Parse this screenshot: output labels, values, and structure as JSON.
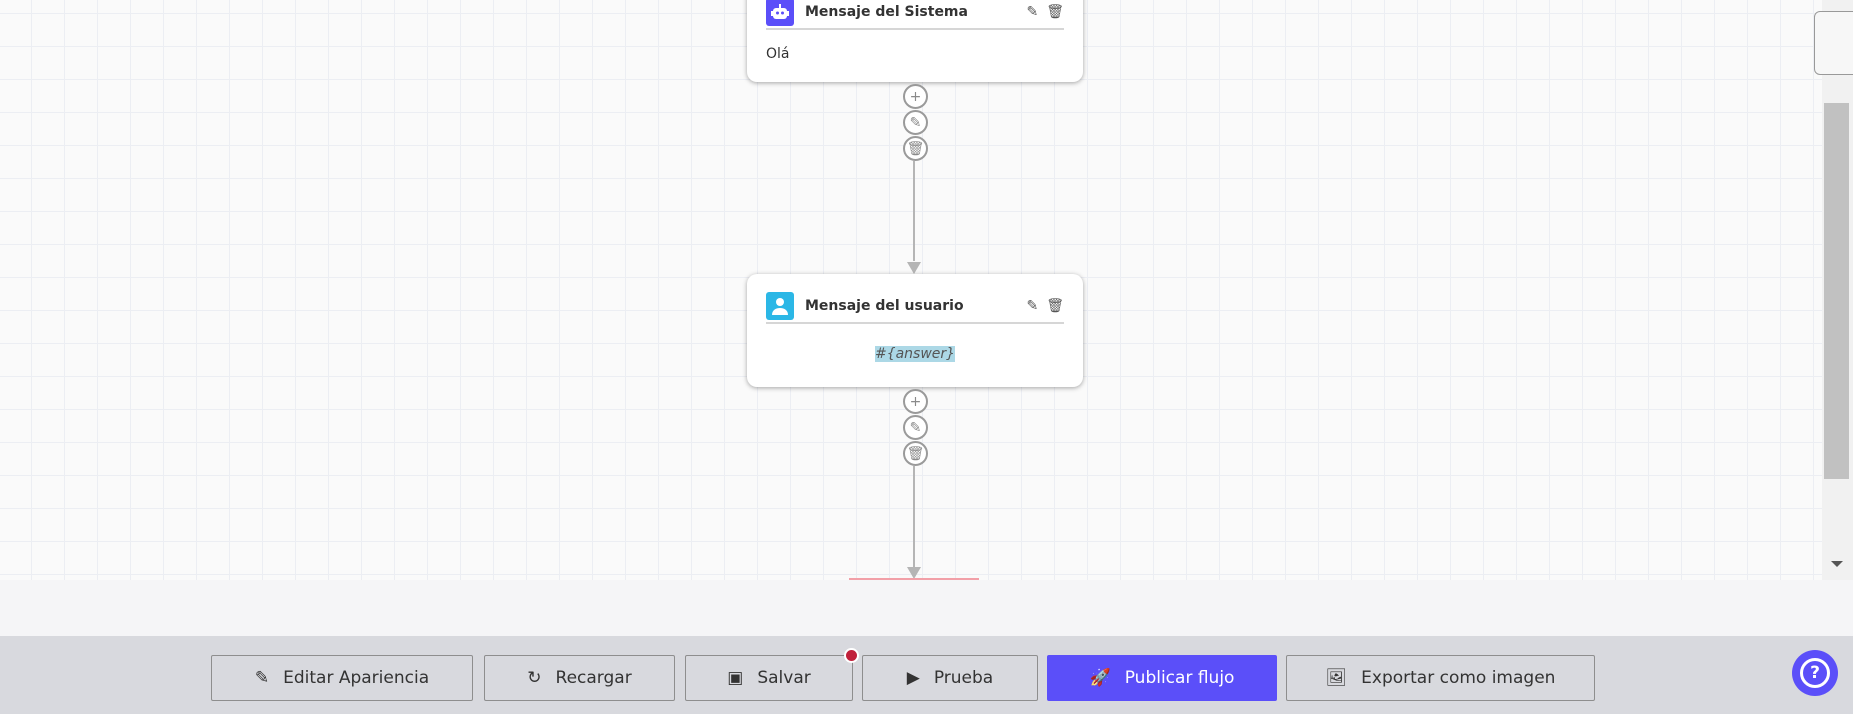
{
  "nodes": [
    {
      "type": "system",
      "title": "Mensaje del Sistema",
      "content": "Olá",
      "icon": "robot-icon",
      "color": "#5b4ff9"
    },
    {
      "type": "user",
      "title": "Mensaje del usuario",
      "content": "#{answer}",
      "icon": "user-icon",
      "color": "#2bb7e6"
    }
  ],
  "toolbar": {
    "edit_appearance": "Editar Apariencia",
    "reload": "Recargar",
    "save": "Salvar",
    "test": "Prueba",
    "publish": "Publicar flujo",
    "export": "Exportar como imagen"
  },
  "colors": {
    "accent": "#5b4ff9",
    "unsaved_dot": "#c0203a"
  }
}
